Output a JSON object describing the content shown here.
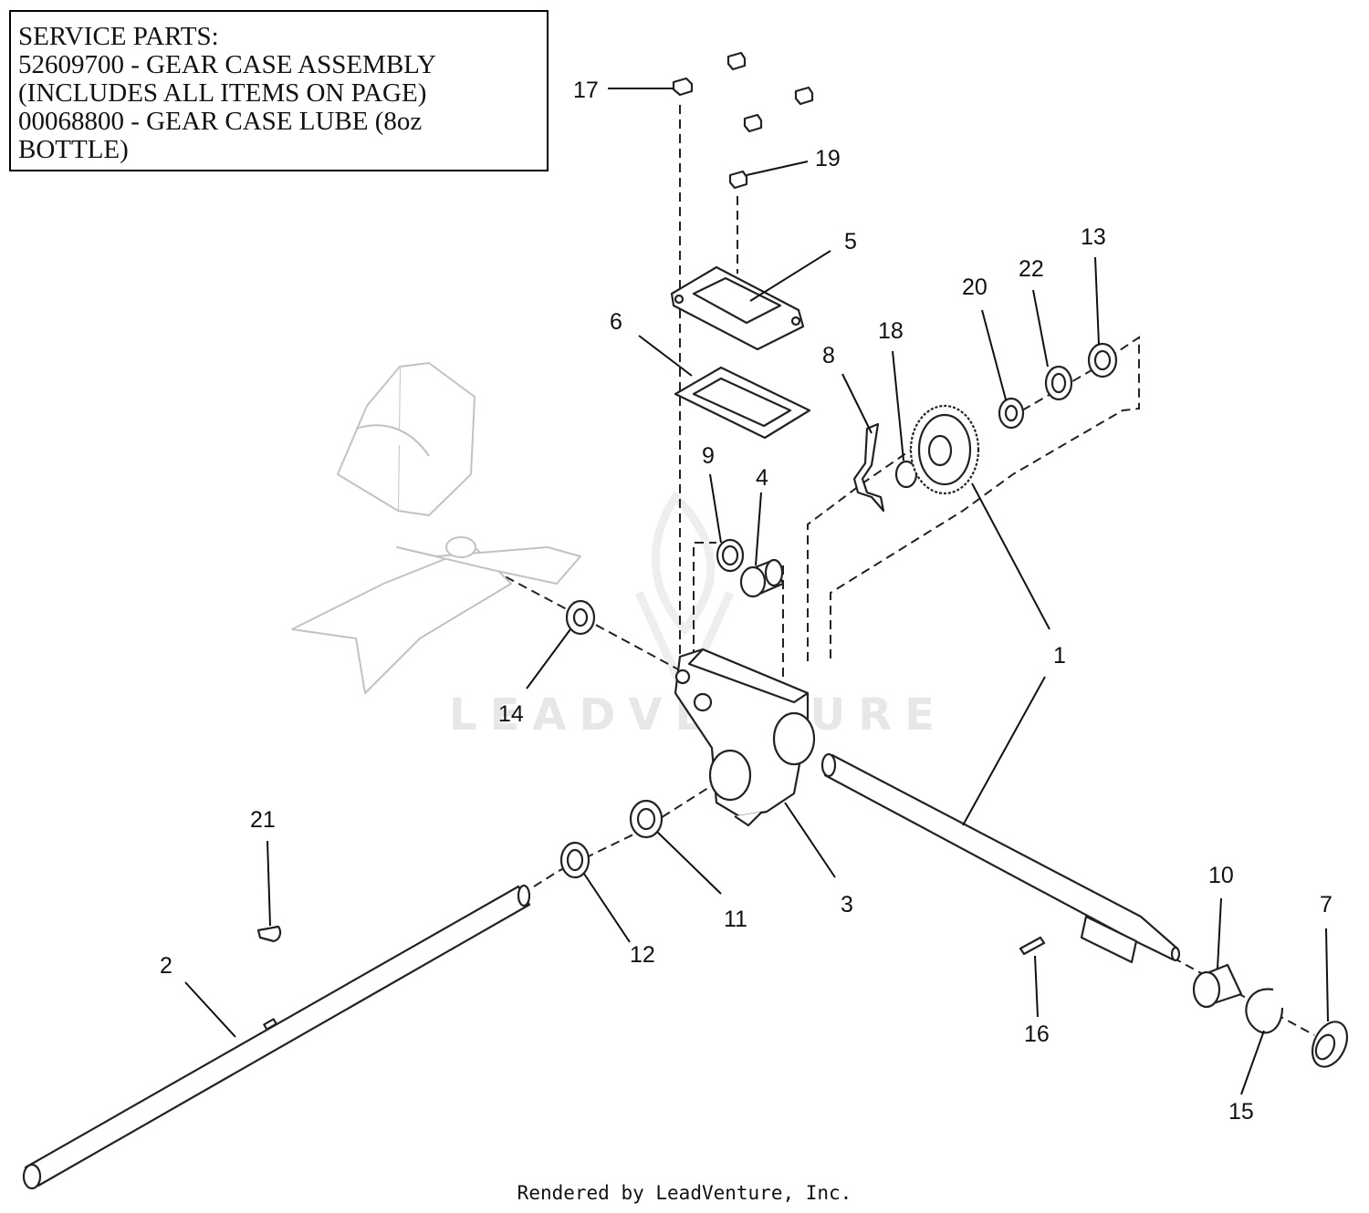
{
  "service_box": {
    "lines": [
      "SERVICE PARTS:",
      "52609700 - GEAR CASE ASSEMBLY",
      "(INCLUDES ALL ITEMS ON PAGE)",
      "00068800 - GEAR CASE LUBE (8oz",
      "BOTTLE)"
    ]
  },
  "watermark": {
    "text": "LEADVENTURE"
  },
  "callouts": [
    "17",
    "19",
    "5",
    "6",
    "8",
    "18",
    "20",
    "22",
    "13",
    "9",
    "4",
    "14",
    "1",
    "21",
    "2",
    "12",
    "11",
    "3",
    "10",
    "7",
    "16",
    "15"
  ],
  "footer": {
    "text": "Rendered by LeadVenture, Inc."
  }
}
